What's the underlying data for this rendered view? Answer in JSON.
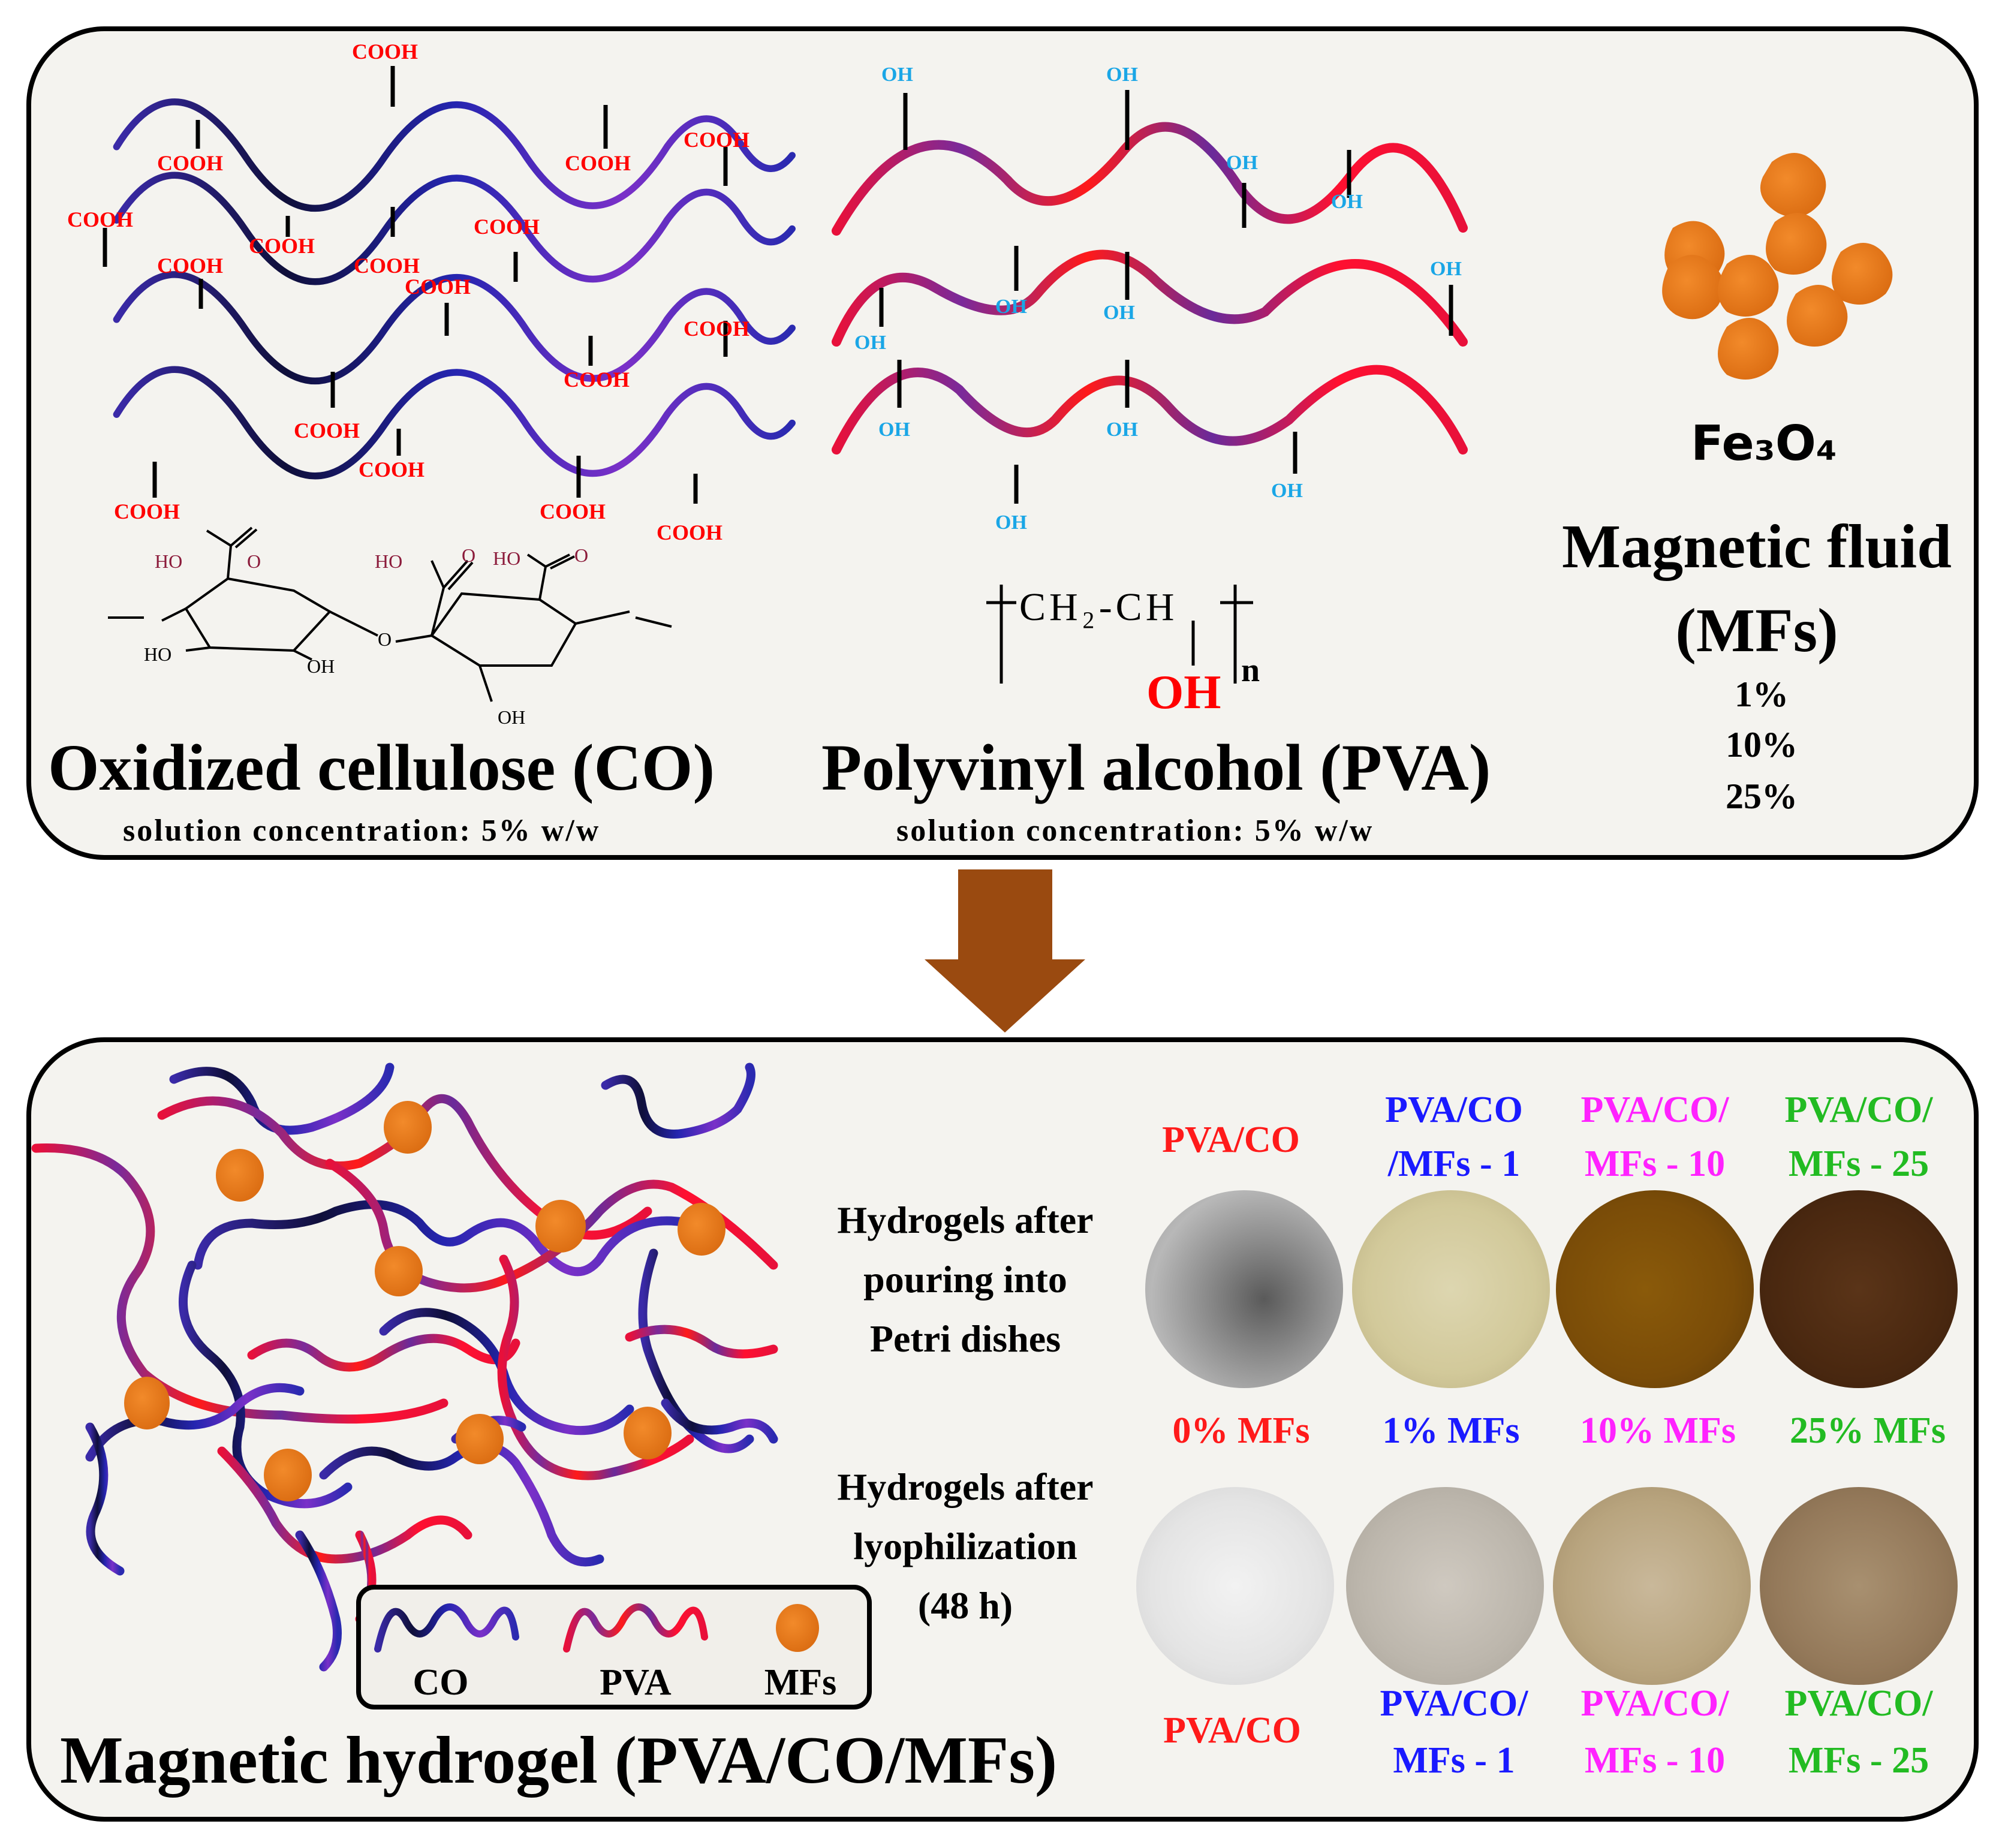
{
  "top": {
    "co": {
      "group_label": "COOH",
      "formula_labels": {
        "ho1": "HO",
        "o1": "O",
        "ho2": "HO",
        "o2": "O",
        "ho3": "HO",
        "o3": "O",
        "ho4": "HO",
        "oh1": "OH",
        "oh2": "OH",
        "o_link": "O"
      },
      "title": "Oxidized cellulose (CO)",
      "concentration": "solution concentration:  5% w/w"
    },
    "pva": {
      "group_label": "OH",
      "formula_main": "CH₂-CH",
      "formula_oh": "OH",
      "formula_n": "n",
      "title": "Polyvinyl alcohol (PVA)",
      "concentration": "solution concentration:  5% w/w"
    },
    "mf": {
      "formula": "Fe₃O₄",
      "title_line1": "Magnetic fluid",
      "title_line2": "(MFs)",
      "percentages": [
        "1%",
        "10%",
        "25%"
      ]
    }
  },
  "bottom": {
    "title": "Magnetic hydrogel (PVA/CO/MFs)",
    "legend": {
      "co": "CO",
      "pva": "PVA",
      "mfs": "MFs"
    },
    "row1_caption": [
      "Hydrogels after",
      "pouring into",
      "Petri dishes"
    ],
    "row2_caption": [
      "Hydrogels after",
      "lyophilization",
      "(48 h)"
    ],
    "samples_top": [
      {
        "line1": "PVA/CO",
        "line2": "",
        "color": "#ff1a1a"
      },
      {
        "line1": "PVA/CO",
        "line2": "/MFs - 1",
        "color": "#1a1aff"
      },
      {
        "line1": "PVA/CO/",
        "line2": "MFs - 10",
        "color": "#ff22ff"
      },
      {
        "line1": "PVA/CO/",
        "line2": "MFs - 25",
        "color": "#22bb22"
      }
    ],
    "mf_labels": [
      {
        "text": "0% MFs",
        "color": "#ff1a1a"
      },
      {
        "text": "1% MFs",
        "color": "#1a1aff"
      },
      {
        "text": "10% MFs",
        "color": "#ff22ff"
      },
      {
        "text": "25% MFs",
        "color": "#22bb22"
      }
    ],
    "samples_bottom": [
      {
        "line1": "PVA/CO",
        "line2": "",
        "color": "#ff1a1a"
      },
      {
        "line1": "PVA/CO/",
        "line2": "MFs - 1",
        "color": "#1a1aff"
      },
      {
        "line1": "PVA/CO/",
        "line2": "MFs - 10",
        "color": "#ff22ff"
      },
      {
        "line1": "PVA/CO/",
        "line2": "MFs - 25",
        "color": "#22bb22"
      }
    ]
  },
  "colors": {
    "co_chain": "#2a22a8",
    "pva_chain": "#e0103a",
    "nanoparticle": "#e8791a",
    "arrow": "#9a4a10",
    "cooh": "#ff0000",
    "oh": "#1aa6e6",
    "formula": "#8b1a3a"
  }
}
